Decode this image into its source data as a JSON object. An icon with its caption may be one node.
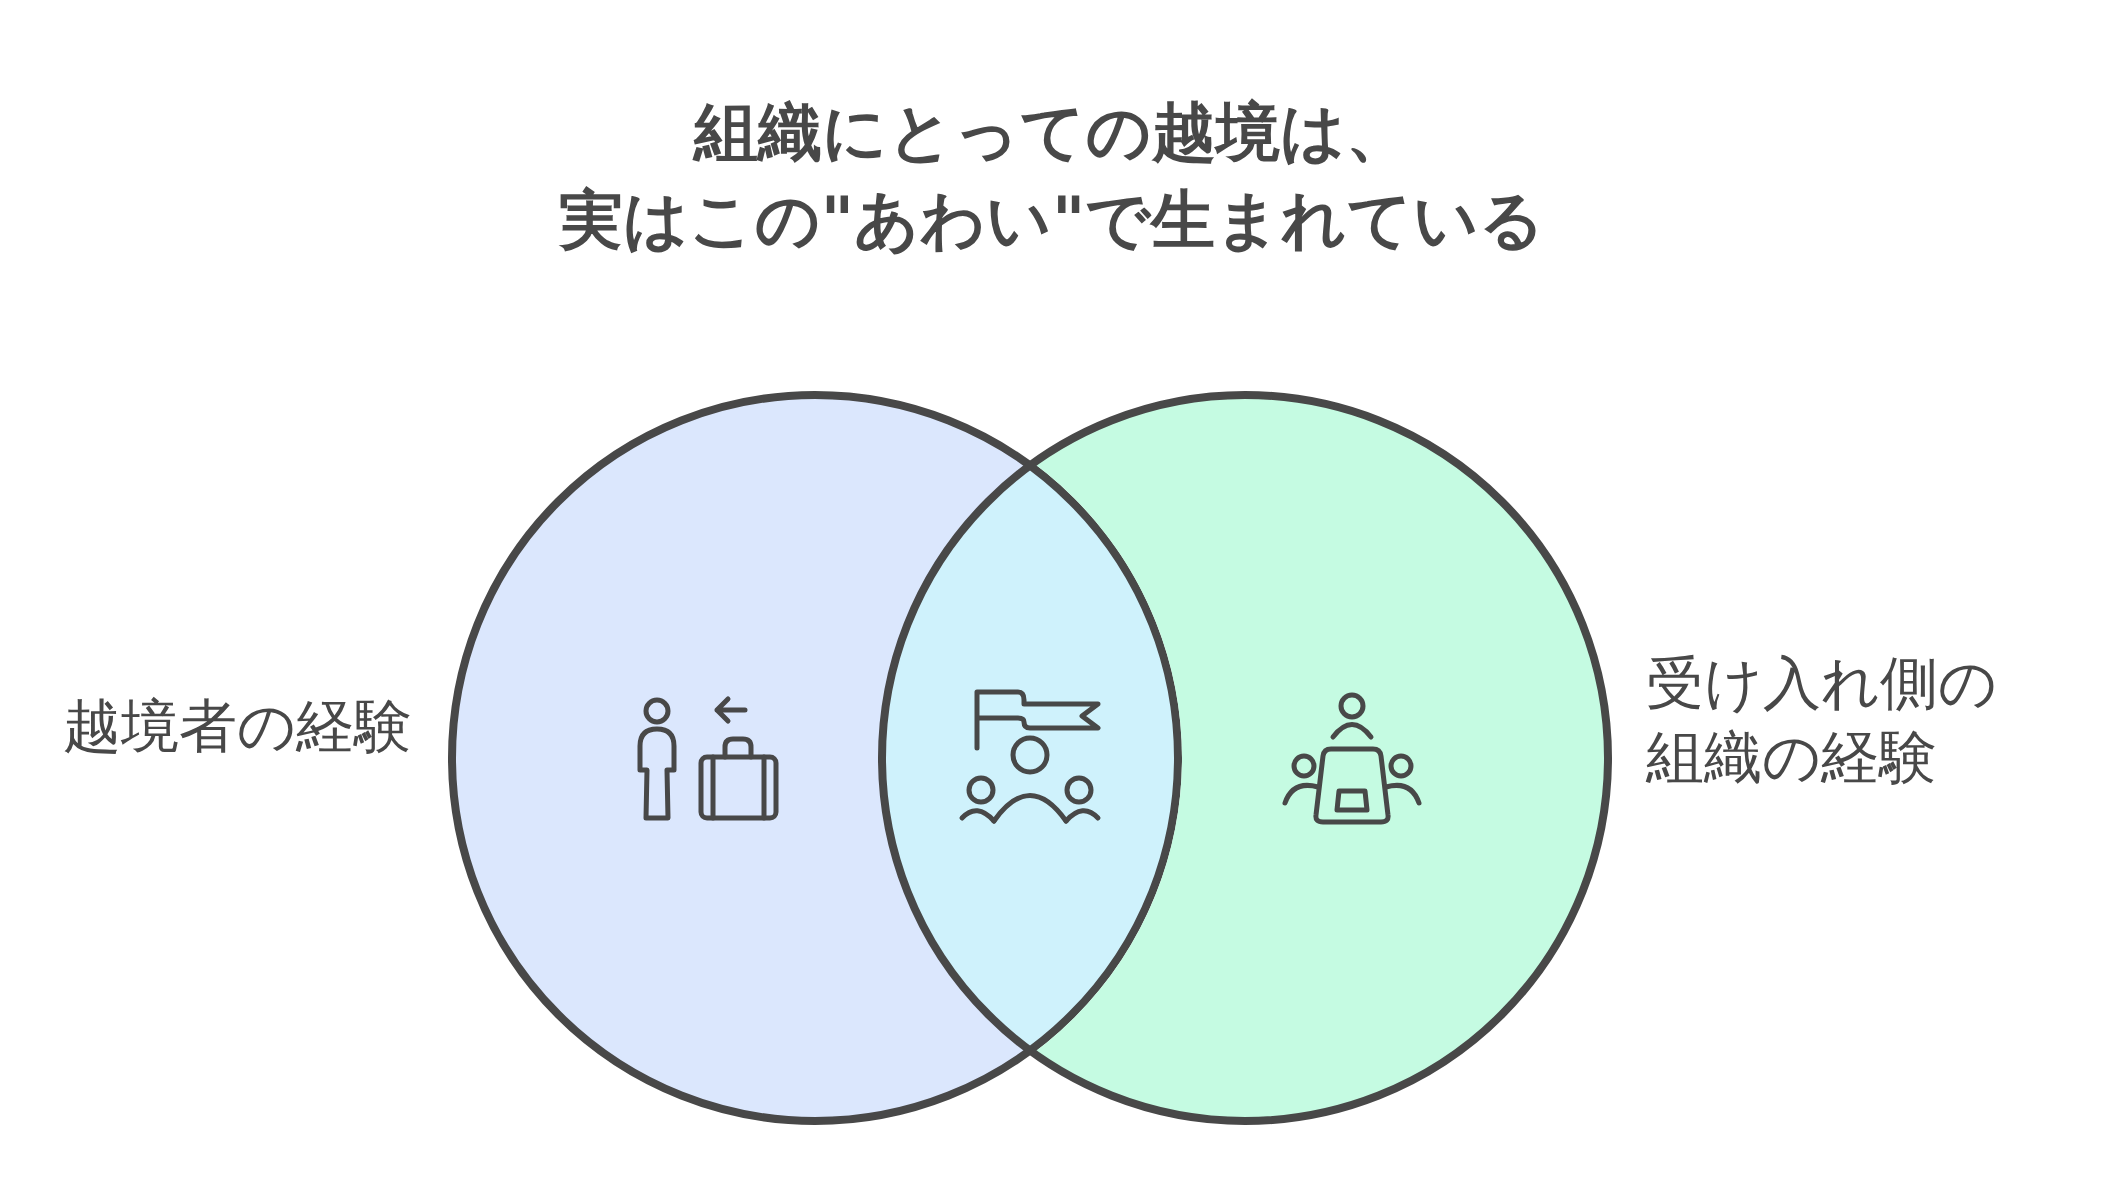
{
  "diagram": {
    "title": "組織にとっての越境は、実はこの\"あわい\"で生まれている",
    "nodes": [
      {
        "text": [
          "越境者の経験"
        ]
      },
      {
        "text": [
          "受け入れ側の組織の経験"
        ]
      }
    ]
  }
}
